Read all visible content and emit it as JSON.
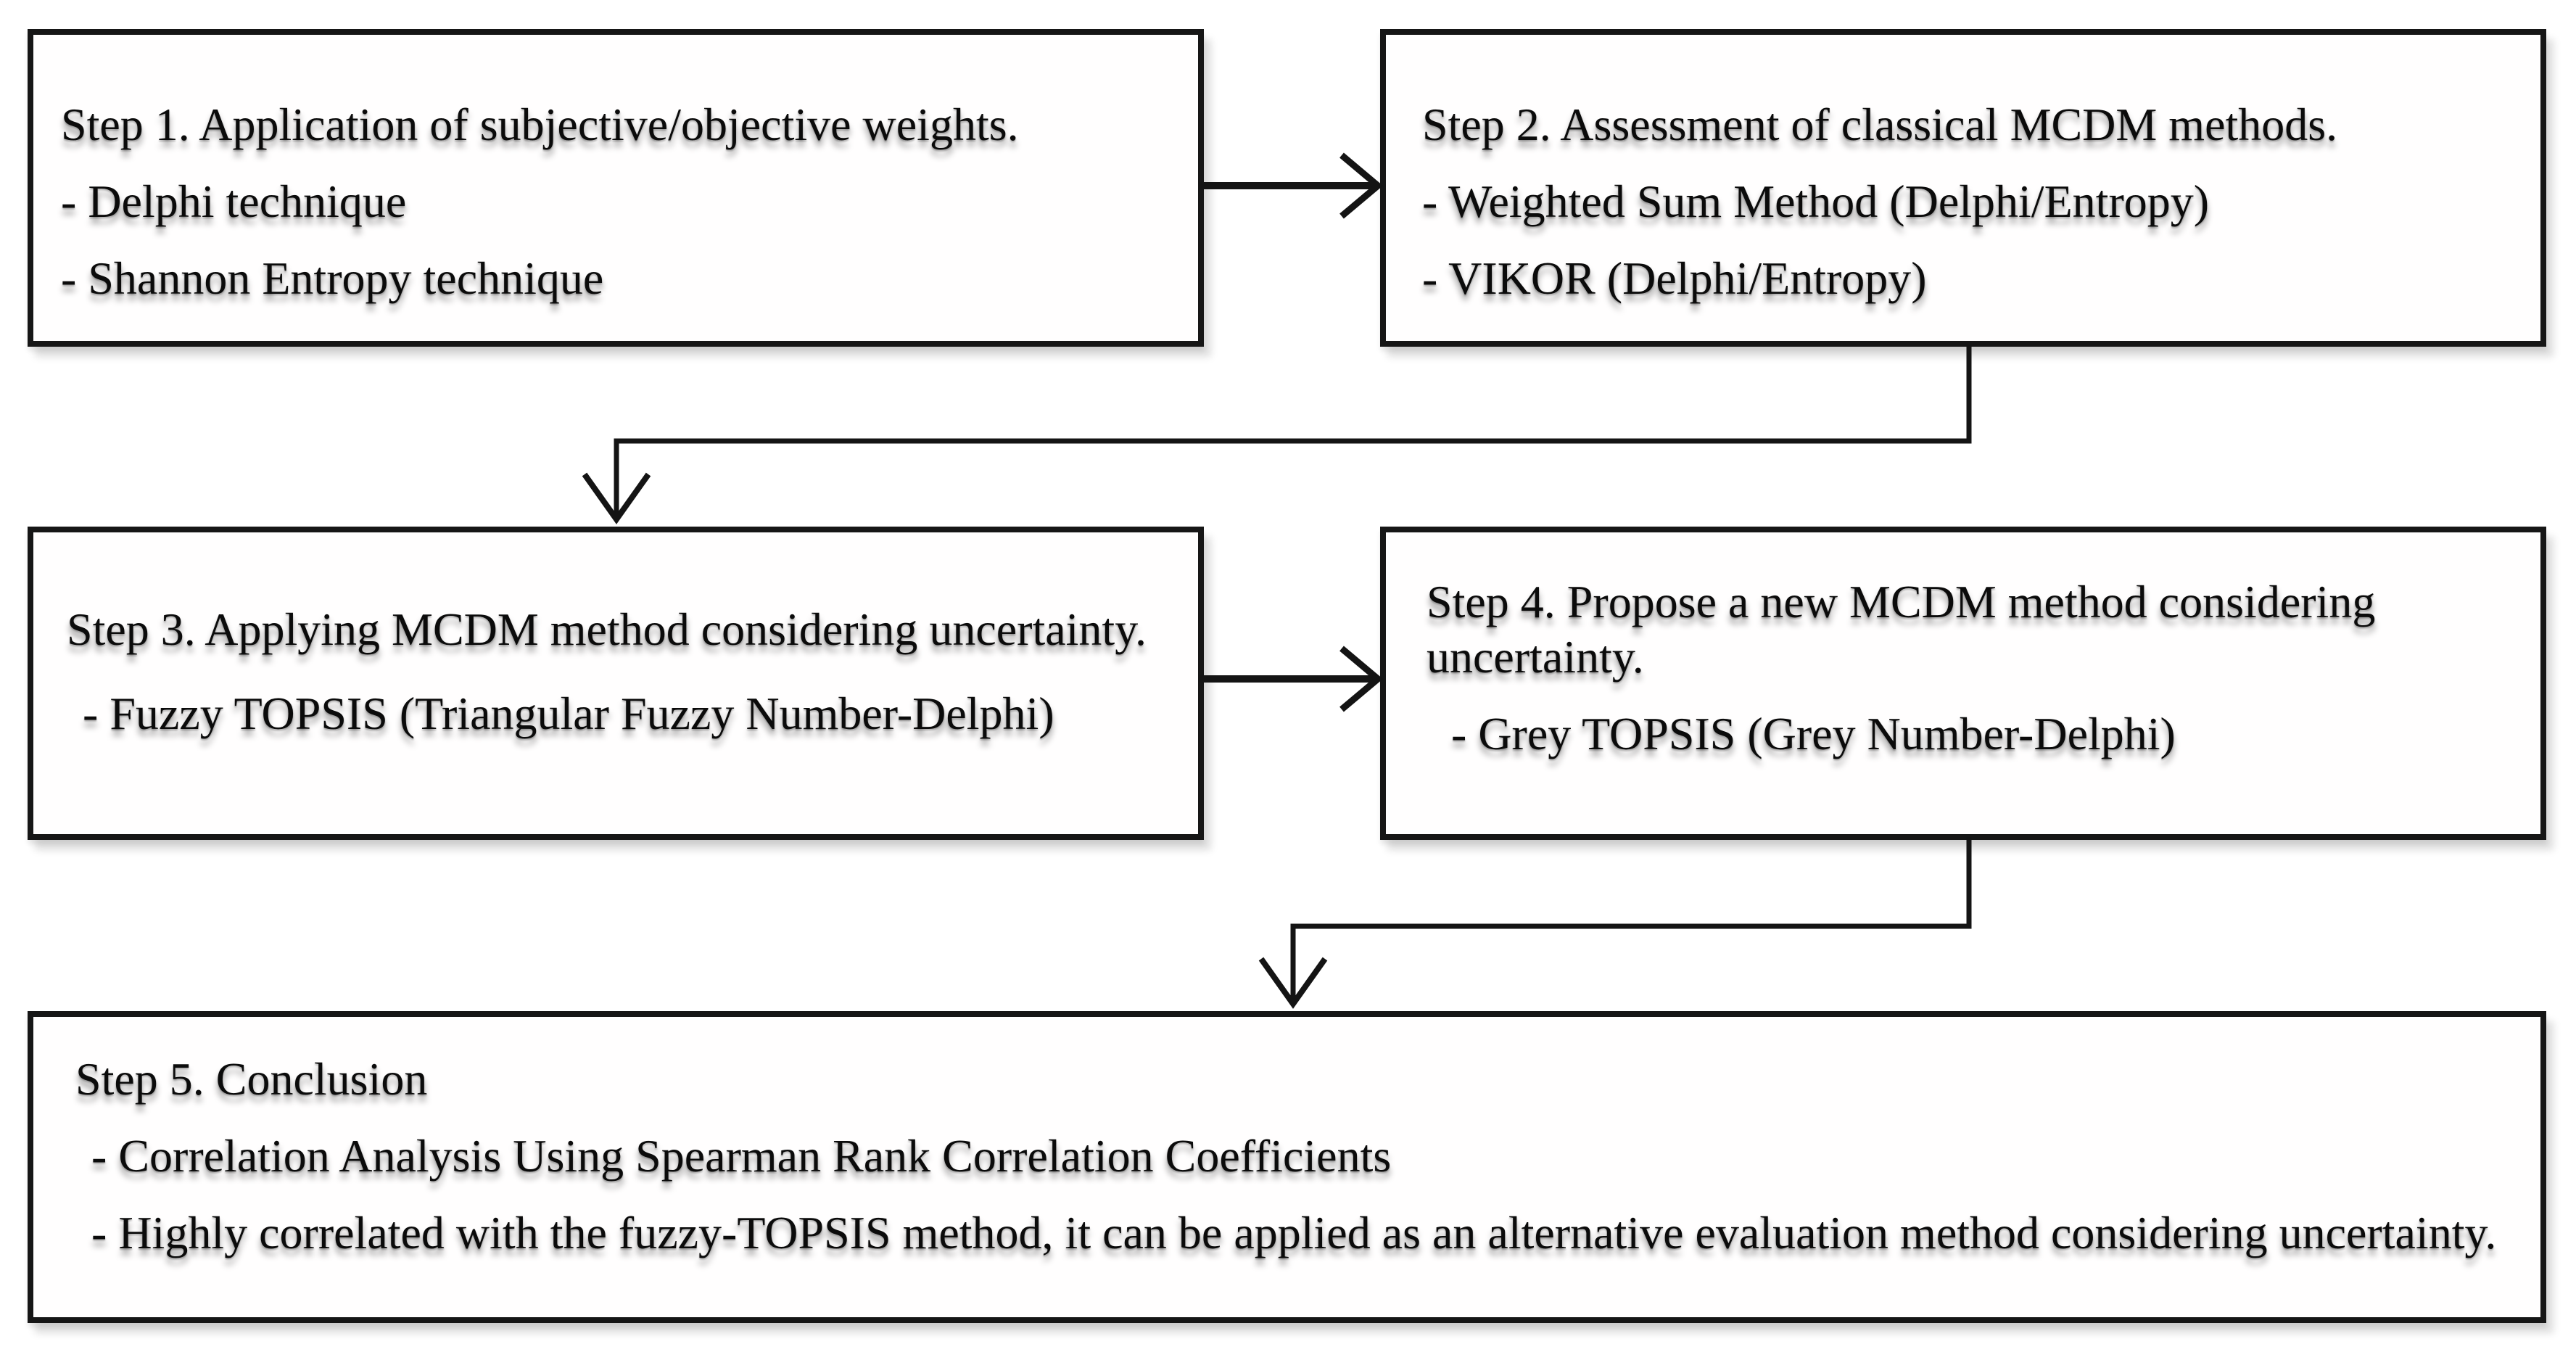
{
  "diagram": {
    "background_color": "#ffffff",
    "line_color": "#141414",
    "text_color": "#0b0b0b",
    "boxes": [
      {
        "name": "step1",
        "title": "Step 1. Application of subjective/objective weights.",
        "bullets": [
          "- Delphi technique",
          "- Shannon Entropy technique"
        ]
      },
      {
        "name": "step2",
        "title": "Step 2. Assessment of classical MCDM methods.",
        "bullets": [
          "- Weighted Sum Method (Delphi/Entropy)",
          "- VIKOR (Delphi/Entropy)"
        ]
      },
      {
        "name": "step3",
        "title": "Step 3. Applying MCDM method considering uncertainty.",
        "bullets": [
          "- Fuzzy TOPSIS (Triangular Fuzzy Number-Delphi)"
        ]
      },
      {
        "name": "step4",
        "title": "Step 4. Propose a new MCDM method considering uncertainty.",
        "bullets": [
          "- Grey TOPSIS (Grey Number-Delphi)"
        ]
      },
      {
        "name": "step5",
        "title": "Step 5. Conclusion",
        "bullets": [
          "- Correlation Analysis Using Spearman Rank Correlation Coefficients",
          "- Highly correlated with the fuzzy-TOPSIS method, it can be applied as an alternative evaluation method considering uncertainty."
        ]
      }
    ],
    "connections": [
      {
        "from": "step1",
        "to": "step2",
        "type": "straight-right"
      },
      {
        "from": "step2",
        "to": "step3",
        "type": "elbow-down-left-down"
      },
      {
        "from": "step3",
        "to": "step4",
        "type": "straight-right"
      },
      {
        "from": "step4",
        "to": "step5",
        "type": "elbow-down-left-down"
      }
    ]
  }
}
